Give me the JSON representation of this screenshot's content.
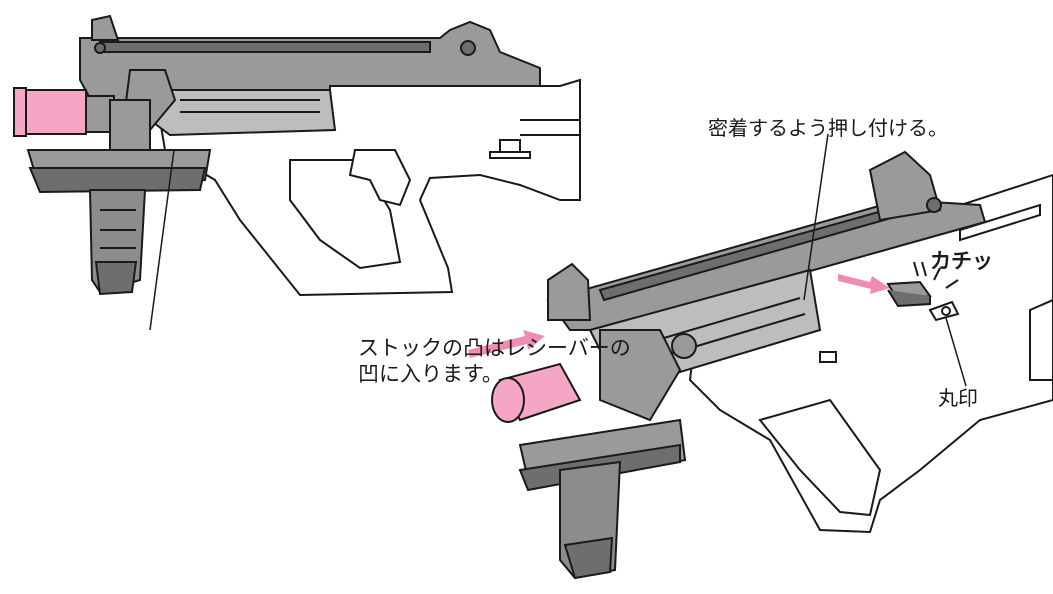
{
  "labels": {
    "stock_note_line1": "ストックの凸はレシーバーの",
    "stock_note_line2": "凹に入ります。",
    "press_note": "密着するよう押し付ける。",
    "click_sound": "カチッ",
    "circle_mark": "丸印"
  },
  "colors": {
    "outline": "#1a1a1a",
    "gray_body": "#9a9a9a",
    "dark_gray": "#6e6e6e",
    "pink_part": "#f4a6c4",
    "arrow_pink": "#f08cb4",
    "background": "#ffffff"
  }
}
